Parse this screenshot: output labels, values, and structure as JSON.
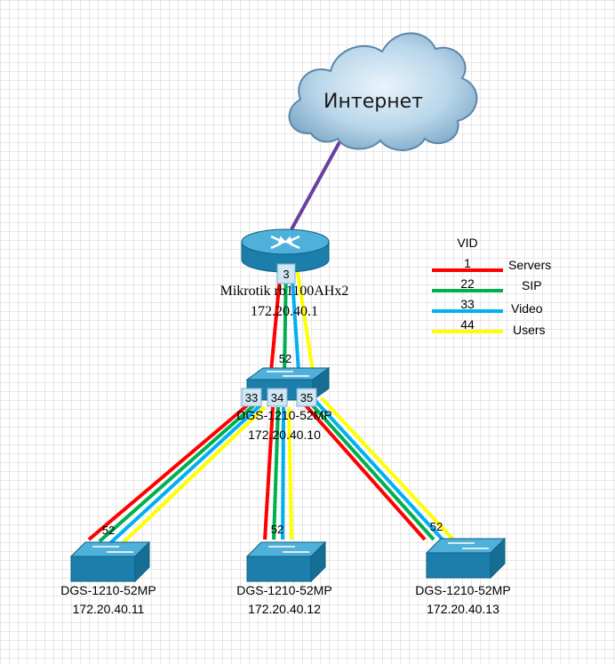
{
  "colors": {
    "internet_link": "#6b3fa0",
    "vlan_1": "#ff0000",
    "vlan_22": "#00b050",
    "vlan_33": "#00b0f0",
    "vlan_44": "#ffff00",
    "device_body": "#1f8fb8",
    "device_top": "#4fb3d8"
  },
  "cloud": {
    "label": "Интернет"
  },
  "router": {
    "name": "Mikrotik rb1100AHx2",
    "ip": "172.20.40.1",
    "port": "3"
  },
  "core_switch": {
    "name": "DGS-1210-52MP",
    "ip": "172.20.40.10",
    "uplink_port": "52",
    "ports": [
      "33",
      "34",
      "35"
    ]
  },
  "access_switches": [
    {
      "name": "DGS-1210-52MP",
      "ip": "172.20.40.11",
      "uplink_port": "52"
    },
    {
      "name": "DGS-1210-52MP",
      "ip": "172.20.40.12",
      "uplink_port": "52"
    },
    {
      "name": "DGS-1210-52MP",
      "ip": "172.20.40.13",
      "uplink_port": "52"
    }
  ],
  "legend": {
    "title": "VID",
    "items": [
      {
        "vid": "1",
        "name": "Servers"
      },
      {
        "vid": "22",
        "name": "SIP"
      },
      {
        "vid": "33",
        "name": "Video"
      },
      {
        "vid": "44",
        "name": "Users"
      }
    ]
  }
}
